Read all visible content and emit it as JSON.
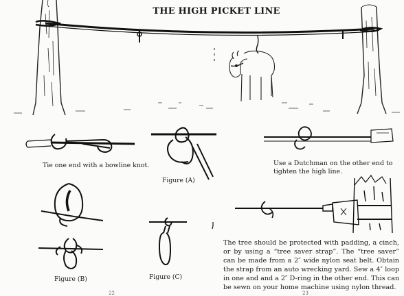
{
  "page": {
    "title": "THE HIGH PICKET LINE",
    "captions": {
      "bowline": "Tie one end with a bowline knot.",
      "dutchman": "Use a Dutchman on the other end to tighten the high line.",
      "fig_a": "Figure (A)",
      "fig_b": "Figure (B)",
      "fig_c": "Figure (C)"
    },
    "paragraph": "The tree should be protected with padding, a cinch, or by using a “tree saver strap”. The “tree saver” can be made from a 2″ wide nylon seat belt. Obtain the strap from an auto wrecking yard. Sew a 4″ loop in one and and a 2″ D-ring in the other end. This can be sewn on your home machine using nylon thread.",
    "page_numbers": [
      "22",
      "23"
    ]
  },
  "icons": [
    "tree-illustration",
    "horse-illustration",
    "rope-knot-illustration",
    "strap-illustration"
  ]
}
